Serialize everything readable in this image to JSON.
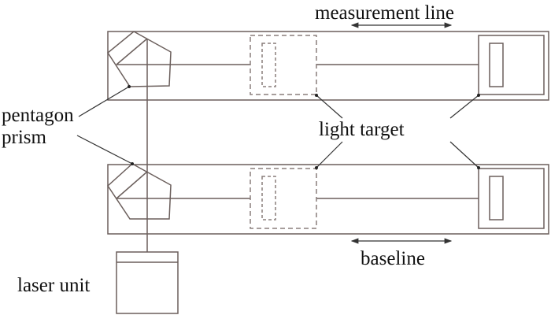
{
  "labels": {
    "measurement_line": "measurement line",
    "baseline": "baseline",
    "pentagon_prism_line1": "pentagon",
    "pentagon_prism_line2": "prism",
    "light_target": "light target",
    "laser_unit": "laser unit"
  },
  "colors": {
    "stroke": "#6b5f5c",
    "dashed": "#8a7f7c",
    "text": "#111111"
  }
}
